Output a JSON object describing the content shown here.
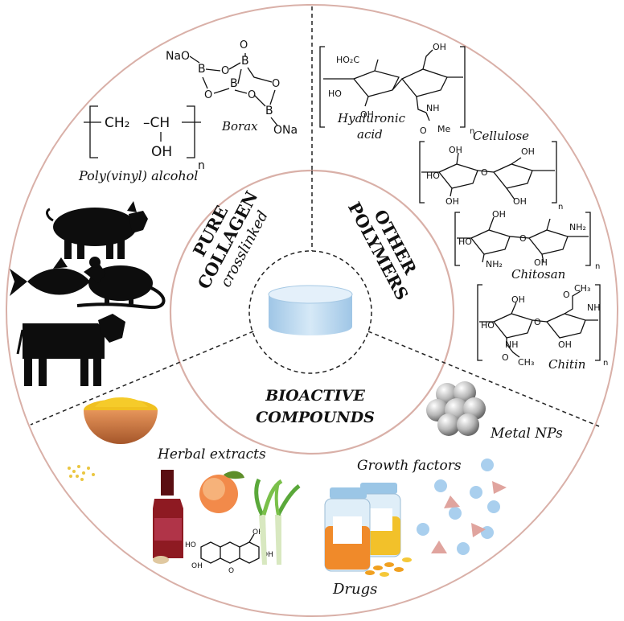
{
  "center": {
    "pure_collagen": [
      "PURE",
      "COLLAGEN"
    ],
    "crosslinked": "crosslinked",
    "other_polymers": [
      "OTHER",
      "POLYMERS"
    ],
    "bioactive": [
      "BIOACTIVE",
      "COMPOUNDS"
    ]
  },
  "pva": {
    "ch2": "CH₂",
    "ch": "–CH",
    "oh": "OH",
    "n": "n",
    "label": "Poly(vinyl) alcohol"
  },
  "borax": {
    "label": "Borax",
    "nao_top": "NaO",
    "ona_bottom": "ONa",
    "b": "B",
    "o": "O"
  },
  "polymers": {
    "hyaluronic": [
      "Hyaluronic",
      "acid"
    ],
    "cellulose": "Cellulose",
    "chitosan": "Chitosan",
    "chitin": "Chitin",
    "ho2c": "HO₂C",
    "oh": "OH",
    "ho": "HO",
    "nh": "NH",
    "nh2": "NH₂",
    "o": "O",
    "me": "Me",
    "ch3": "CH₃",
    "n": "n"
  },
  "bioactive": {
    "herbal": "Herbal extracts",
    "growth": "Growth factors",
    "metal": "Metal NPs",
    "drugs": "Drugs"
  },
  "colors": {
    "ring": "#d9b0a8",
    "scaffold": "#bcd8ee",
    "particle": "#a9cfee",
    "triangle": "#e0a49e"
  }
}
